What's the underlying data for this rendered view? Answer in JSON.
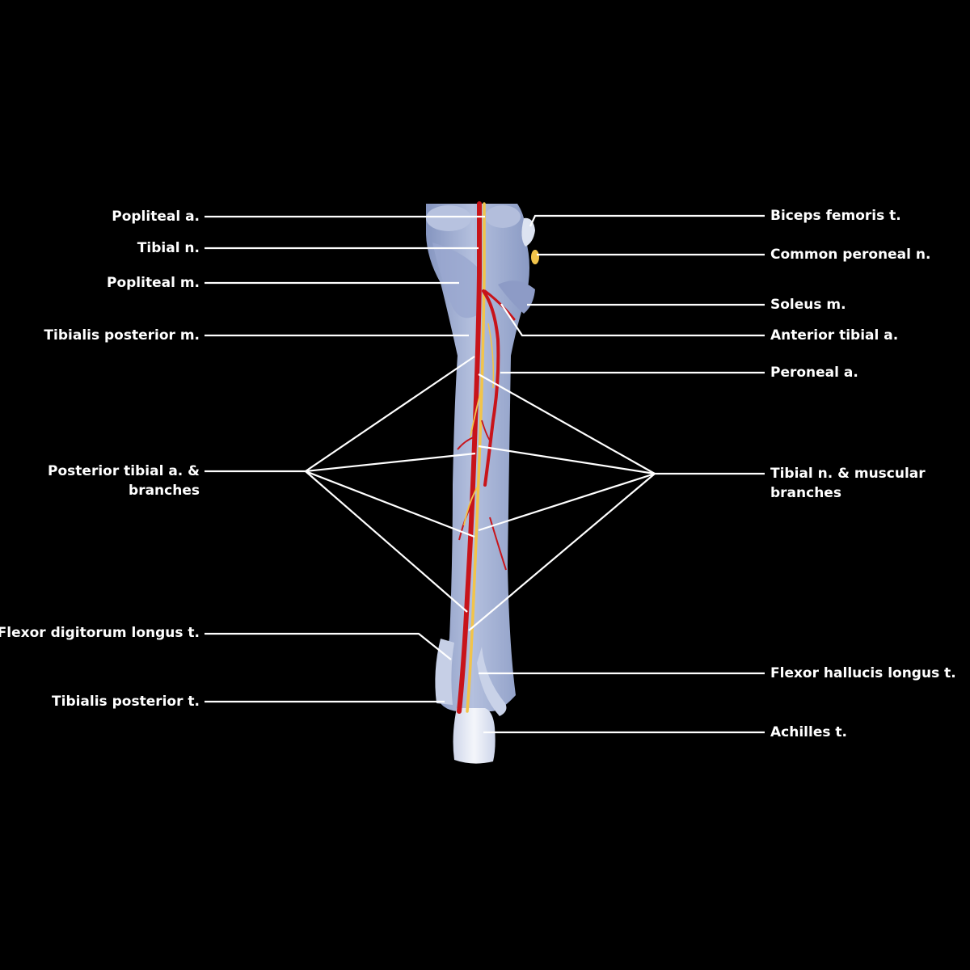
{
  "colors": {
    "background": "#000000",
    "leader_line": "#ffffff",
    "muscle": "#a9b6d6",
    "muscle_shadow": "#7f8fb8",
    "tendon": "#eef1f8",
    "artery": "#c8141a",
    "nerve": "#f2c44a"
  },
  "labels": {
    "popliteal_a": "Popliteal a.",
    "tibial_n": "Tibial n.",
    "popliteal_m": "Popliteal m.",
    "tibialis_posterior_m": "Tibialis posterior m.",
    "posterior_tibial_line1": "Posterior tibial a. &",
    "posterior_tibial_line2": "branches",
    "flexor_digitorum_longus_t": "Flexor digitorum longus t.",
    "tibialis_posterior_t": "Tibialis posterior t.",
    "biceps_femoris_t": "Biceps femoris t.",
    "common_peroneal_n": "Common peroneal n.",
    "soleus_m": "Soleus m.",
    "anterior_tibial_a": "Anterior tibial a.",
    "peroneal_a": "Peroneal a.",
    "tibial_n_branches_line1": "Tibial n. & muscular",
    "tibial_n_branches_line2": "branches",
    "flexor_hallucis_longus_t": "Flexor hallucis longus t.",
    "achilles_t": "Achilles t."
  }
}
